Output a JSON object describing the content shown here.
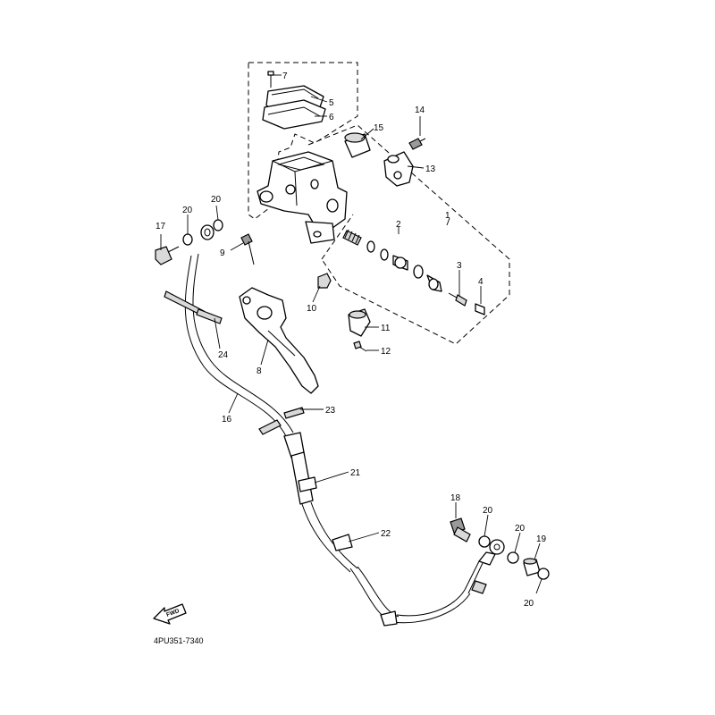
{
  "callouts": {
    "c1": "1",
    "c2": "2",
    "c3": "3",
    "c4": "4",
    "c5": "5",
    "c6": "6",
    "c7": "7",
    "c8": "8",
    "c9": "9",
    "c10": "10",
    "c11": "11",
    "c12": "12",
    "c13": "13",
    "c14": "14",
    "c15": "15",
    "c16": "16",
    "c17": "17",
    "c18": "18",
    "c19": "19",
    "c20a": "20",
    "c20b": "20",
    "c20c": "20",
    "c20d": "20",
    "c20e": "20",
    "c21": "21",
    "c22": "22",
    "c23": "23",
    "c24": "24"
  },
  "fwd_label": "FWD",
  "diagram_code": "4PU351-7340"
}
